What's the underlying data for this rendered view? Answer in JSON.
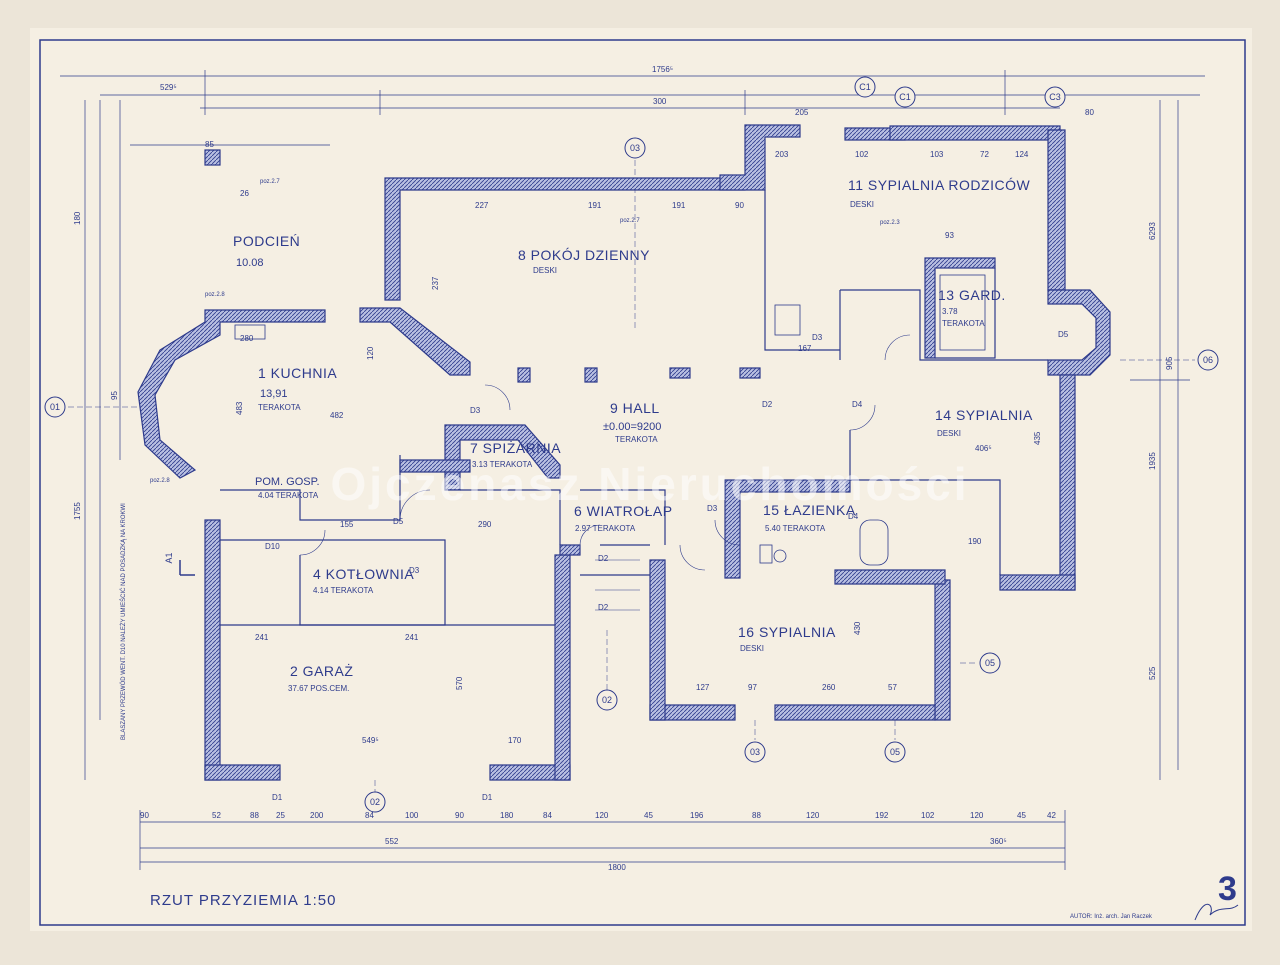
{
  "rooms": {
    "podcien": {
      "name": "PODCIEŃ",
      "area": "10.08"
    },
    "kuchnia": {
      "name": "1 KUCHNIA",
      "area": "13,91",
      "floor": "TERAKOTA"
    },
    "garaz": {
      "name": "2 GARAŻ",
      "area": "37.67",
      "floor": "POS.CEM."
    },
    "pom_gosp": {
      "name": "POM. GOSP.",
      "area": "4.04",
      "floor": "TERAKOTA"
    },
    "kotlownia": {
      "name": "4 KOTŁOWNIA",
      "area": "4.14",
      "floor": "TERAKOTA"
    },
    "wiatrolap": {
      "name": "6 WIATROŁAP",
      "area": "2.97",
      "floor": "TERAKOTA"
    },
    "spizarnia": {
      "name": "7 SPIŻARNIA",
      "area": "3.13",
      "floor": "TERAKOTA"
    },
    "pokoj_dzienny": {
      "name": "8 POKÓJ DZIENNY",
      "floor": "DESKI"
    },
    "hall": {
      "name": "9 HALL",
      "level": "±0.00=9200",
      "floor": "TERAKOTA"
    },
    "sypialnia_rodzicow": {
      "name": "11 SYPIALNIA RODZICÓW",
      "floor": "DESKI"
    },
    "gard": {
      "name": "13 GARD.",
      "area": "3.78",
      "floor": "TERAKOTA"
    },
    "sypialnia14": {
      "name": "14 SYPIALNIA",
      "floor": "DESKI"
    },
    "lazienka": {
      "name": "15 ŁAZIENKA",
      "area": "5.40",
      "floor": "TERAKOTA"
    },
    "sypialnia16": {
      "name": "16 SYPIALNIA",
      "floor": "DESKI"
    }
  },
  "axes": [
    "01",
    "02",
    "02",
    "03",
    "03",
    "05",
    "05",
    "06",
    "C1",
    "C1",
    "C3",
    "A1"
  ],
  "dimensions": {
    "top_overall": "1756⁵",
    "top_left": "529⁵",
    "top_300": "300",
    "left_overall": "1755",
    "left_180": "180",
    "right_overall": "6293",
    "right_1935": "1935",
    "right_525": "525",
    "right_905": "905",
    "bottom_552": "552",
    "bottom_1800": "1800",
    "bottom_3605": "360⁵",
    "bottom_chain": [
      "90",
      "52",
      "88",
      "25",
      "200",
      "84",
      "100",
      "90",
      "180",
      "84",
      "120",
      "45",
      "196",
      "88",
      "120",
      "192",
      "102",
      "120",
      "45",
      "42"
    ],
    "inner": {
      "d227": "227",
      "d191a": "191",
      "d191b": "191",
      "d90": "90",
      "d203": "203",
      "d102": "102",
      "d103": "103",
      "d72": "72",
      "d124": "124",
      "d482": "482",
      "d483": "483",
      "d290": "290",
      "d155": "155",
      "d241a": "241",
      "d241b": "241",
      "d570": "570",
      "d5495": "549⁵",
      "d170": "170",
      "d4065": "406⁵",
      "d435": "435",
      "d430": "430",
      "d260": "260",
      "d97": "97",
      "d127": "127",
      "d57": "57",
      "d190": "190",
      "d280": "280",
      "d120a": "120",
      "d85": "85",
      "d95": "95",
      "d26": "26",
      "d93": "93",
      "d167": "167",
      "d237": "237",
      "d205": "205",
      "d80": "80"
    }
  },
  "labels": {
    "poz27": "poz.2.7",
    "poz23": "poz.2.3",
    "poz28": "poz.2.8",
    "doors": [
      "D1",
      "D1",
      "D2",
      "D2",
      "D2",
      "D3",
      "D3",
      "D3",
      "D3",
      "D4",
      "D4",
      "D5",
      "D5",
      "D10"
    ],
    "note": "BLASZANY PRZEWÓD WENT. D10 NALEŻY UMIEŚCIĆ NAD POSADZKĄ NA KROKWI"
  },
  "title": "RZUT PRZYZIEMIA 1:50",
  "sheet_number": "3",
  "author": "AUTOR: Inż. arch. Jan Raczek",
  "watermark": "Ojczenasz Nieruchomości",
  "colors": {
    "paper": "#ece5d8",
    "ink": "#2e3b8c",
    "wall_fill": "#a7b0da"
  }
}
